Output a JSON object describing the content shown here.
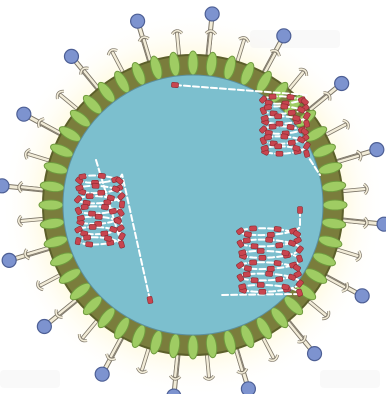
{
  "diagram": {
    "subject": "virus-particle-cross-section",
    "colors": {
      "background": "#ffffff",
      "glow": "#fff6c8",
      "envelope": "#7a7d3c",
      "envelope_edge": "#5c5f2a",
      "interior": "#7cbfce",
      "spike_leaf": "#9fcc63",
      "spike_leaf_edge": "#6f9a3e",
      "stalk": "#f2ecd8",
      "stalk_edge": "#7d7668",
      "knob": "#7d93cf",
      "knob_edge": "#4d5f95",
      "rna_strand": "#ffffff",
      "rna_protein": "#c8454f",
      "rna_protein_edge": "#8a2a32",
      "watermark": "#e8e8e8"
    },
    "glycoprotein_spike_count": 48,
    "knobbed_spike_count": 16,
    "ribonucleoprotein_segments": 3
  }
}
